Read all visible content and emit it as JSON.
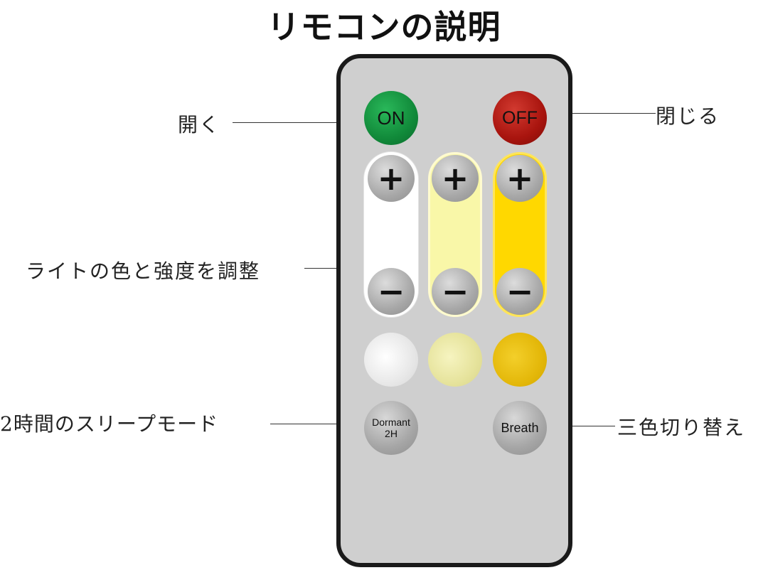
{
  "title": "リモコンの説明",
  "buttons": {
    "on": "ON",
    "off": "OFF",
    "plus": "+",
    "minus": "−",
    "dormant_line1": "Dormant",
    "dormant_line2": "2H",
    "breath": "Breath"
  },
  "labels": {
    "open": "開く",
    "close": "閉じる",
    "adjust": "ライトの色と強度を調整",
    "sleep": "2時間のスリープモード",
    "switch": "三色切り替え"
  },
  "colors": {
    "on": "#118a3a",
    "off": "#a8140e",
    "white_light": "#ffffff",
    "warm_light": "#f9f7a8",
    "yellow_light": "#ffd800",
    "remote_body": "#cfcfcf"
  }
}
